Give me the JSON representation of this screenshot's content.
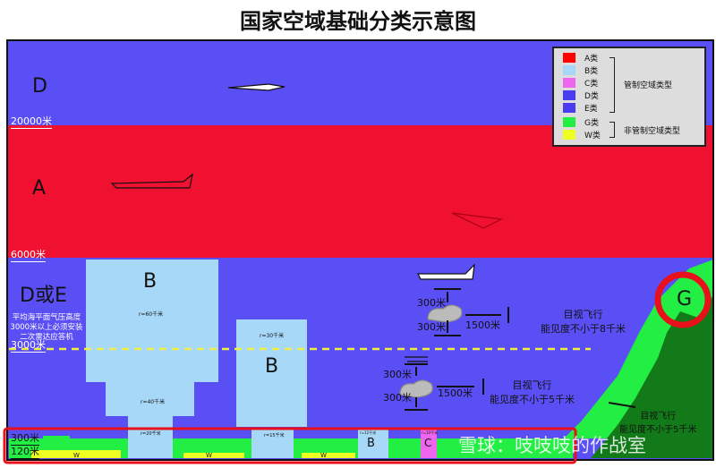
{
  "title": "国家空域基础分类示意图",
  "zones": {
    "top_d": "D",
    "a": "A",
    "de": "D或E",
    "b1": "B",
    "b2": "B",
    "g": "G",
    "c": "C",
    "b_small": "B"
  },
  "altitudes": {
    "a20000": "20000米",
    "a6000": "6000米",
    "a3000": "3000米",
    "a300": "300米",
    "a120": "120米"
  },
  "radii": {
    "r60": "r=60千米",
    "r40": "r=40千米",
    "r20": "r=20千米",
    "r30": "r=30千米",
    "r15": "r=15千米",
    "r12": "r=12千米",
    "r10": "r=10千米"
  },
  "transponder_note": [
    "平均海平面气压高度",
    "3000米以上必须安装",
    "二次雷达应答机"
  ],
  "vfr_upper": {
    "above": "300米",
    "below": "300米",
    "horizontal": "1500米",
    "line1": "目视飞行",
    "line2": "能见度不小于8千米"
  },
  "vfr_lower": {
    "above": "300米",
    "below": "300米",
    "horizontal": "1500米",
    "line1": "目视飞行",
    "line2": "能见度不小于5千米"
  },
  "vfr_g": {
    "line1": "目视飞行",
    "line2": "能见度不小于5千米"
  },
  "w_labels": [
    "W",
    "W",
    "W"
  ],
  "legend": {
    "items": [
      {
        "label": "A类",
        "color": "#ff0000"
      },
      {
        "label": "B类",
        "color": "#a8d8f8"
      },
      {
        "label": "C类",
        "color": "#ee66ee"
      },
      {
        "label": "D类",
        "color": "#4a3cf0"
      },
      {
        "label": "E类",
        "color": "#4a3cf0"
      },
      {
        "label": "G类",
        "color": "#22ee44"
      },
      {
        "label": "W类",
        "color": "#eeff22"
      }
    ],
    "controlled": "管制空域类型",
    "uncontrolled": "非管制空域类型"
  },
  "watermark": "雪球：吱吱吱的作战室",
  "colors": {
    "d": "#5a4ef5",
    "a": "#f01030",
    "b": "#a8d8f8",
    "g": "#22ee44",
    "g_dark": "#127a18",
    "w": "#eeff22",
    "highlight": "#e8101a"
  }
}
